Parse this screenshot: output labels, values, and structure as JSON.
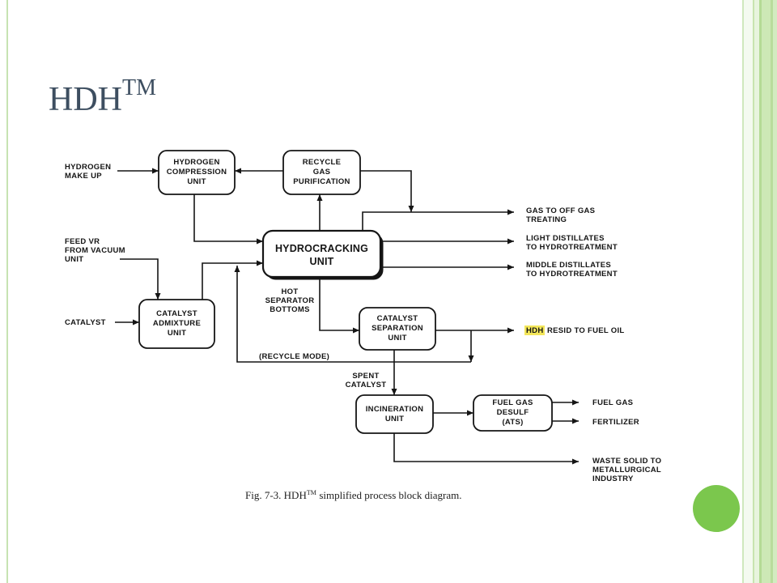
{
  "slide": {
    "title": {
      "main": "HDH",
      "sup": "TM"
    },
    "caption": {
      "before": "Fig. 7-3. HDH",
      "sup": "TM",
      "after": "simplified process block diagram."
    },
    "colors": {
      "title": "#3d4e60",
      "accent_circle": "#7bc74d",
      "highlight": "#f3e65a"
    }
  },
  "diagram": {
    "inputs": {
      "hydrogen_make_up": [
        "HYDROGEN",
        "MAKE UP"
      ],
      "feed_vr": [
        "FEED VR",
        "FROM VACUUM",
        "UNIT"
      ],
      "catalyst": [
        "CATALYST"
      ]
    },
    "units": {
      "hydrogen_compression": [
        "HYDROGEN",
        "COMPRESSION",
        "UNIT"
      ],
      "recycle_gas_purification": [
        "RECYCLE",
        "GAS",
        "PURIFICATION"
      ],
      "hydrocracking": [
        "HYDROCRACKING",
        "UNIT"
      ],
      "catalyst_admixture": [
        "CATALYST",
        "ADMIXTURE",
        "UNIT"
      ],
      "catalyst_separation": [
        "CATALYST",
        "SEPARATION",
        "UNIT"
      ],
      "incineration": [
        "INCINERATION",
        "UNIT"
      ],
      "fuel_gas_desulf": [
        "FUEL GAS",
        "DESULF",
        "(ATS)"
      ]
    },
    "stream_labels": {
      "hot_separator_bottoms": [
        "HOT",
        "SEPARATOR",
        "BOTTOMS"
      ],
      "recycle_mode": "(RECYCLE MODE)",
      "spent_catalyst": [
        "SPENT",
        "CATALYST"
      ]
    },
    "outputs": {
      "gas_to_off_gas": [
        "GAS TO OFF GAS",
        "TREATING"
      ],
      "light_distillates": [
        "LIGHT DISTILLATES",
        "TO HYDROTREATMENT"
      ],
      "middle_distillates": [
        "MIDDLE DISTILLATES",
        "TO HYDROTREATMENT"
      ],
      "hdh_resid": {
        "highlight": "HDH",
        "rest": "RESID TO FUEL OIL"
      },
      "fuel_gas": [
        "FUEL GAS"
      ],
      "fertilizer": [
        "FERTILIZER"
      ],
      "waste_solid": [
        "WASTE SOLID TO",
        "METALLURGICAL",
        "INDUSTRY"
      ]
    }
  }
}
